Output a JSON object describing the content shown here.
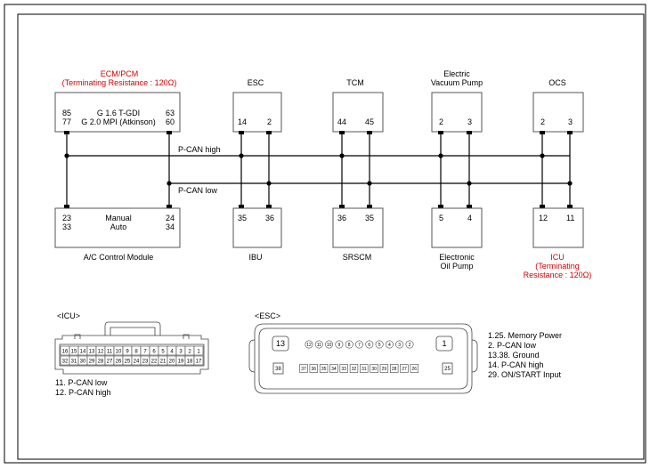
{
  "ecm": {
    "title": "ECM/PCM",
    "subtitle": "(Terminating Resistance : 120Ω)",
    "pin_l1": "85",
    "pin_l2": "77",
    "row1": "G 1.6 T-GDI",
    "row2": "G 2.0 MPI (Atkinson)",
    "pin_r1": "63",
    "pin_r2": "60"
  },
  "esc": {
    "title": "ESC",
    "pin1": "14",
    "pin2": "2"
  },
  "tcm": {
    "title": "TCM",
    "pin1": "44",
    "pin2": "45"
  },
  "evp": {
    "title1": "Electric",
    "title2": "Vacuum Pump",
    "pin1": "2",
    "pin2": "3"
  },
  "ocs": {
    "title": "OCS",
    "pin1": "2",
    "pin2": "3"
  },
  "wires": {
    "high": "P-CAN high",
    "low": "P-CAN low"
  },
  "acm": {
    "pin_l1": "23",
    "pin_l2": "33",
    "row1": "Manual",
    "row2": "Auto",
    "pin_r1": "24",
    "pin_r2": "34",
    "label": "A/C Control Module"
  },
  "ibu": {
    "pin1": "35",
    "pin2": "36",
    "label": "IBU"
  },
  "srscm": {
    "pin1": "36",
    "pin2": "35",
    "label": "SRSCM"
  },
  "eop": {
    "pin1": "5",
    "pin2": "4",
    "label1": "Electronic",
    "label2": "Oil Pump"
  },
  "icu": {
    "pin1": "12",
    "pin2": "11",
    "label1": "ICU",
    "label2": "(Terminating",
    "label3": "Resistance : 120Ω)"
  },
  "icu_conn": {
    "title": "<ICU>",
    "row1": [
      "16",
      "15",
      "14",
      "13",
      "12",
      "11",
      "10",
      "9",
      "8",
      "7",
      "6",
      "5",
      "4",
      "3",
      "2",
      "1"
    ],
    "row2": [
      "32",
      "31",
      "30",
      "29",
      "28",
      "27",
      "26",
      "25",
      "24",
      "23",
      "22",
      "21",
      "20",
      "19",
      "18",
      "17"
    ],
    "legend": [
      "11. P-CAN low",
      "12. P-CAN high"
    ]
  },
  "esc_conn": {
    "title": "<ESC>",
    "big_left_top": "13",
    "big_right_top": "1",
    "big_left_bottom": "38",
    "big_right_bottom": "25",
    "row1": [
      "12",
      "11",
      "10",
      "9",
      "8",
      "7",
      "6",
      "5",
      "4",
      "3",
      "2"
    ],
    "row2": [
      "37",
      "36",
      "35",
      "34",
      "33",
      "32",
      "31",
      "30",
      "29",
      "28",
      "27",
      "26"
    ],
    "legend": [
      "1.25. Memory Power",
      "2. P-CAN low",
      "13.38. Ground",
      "14. P-CAN high",
      "29. ON/START Input"
    ]
  },
  "colors": {
    "red": "#d40000",
    "box_stroke": "#555555"
  }
}
